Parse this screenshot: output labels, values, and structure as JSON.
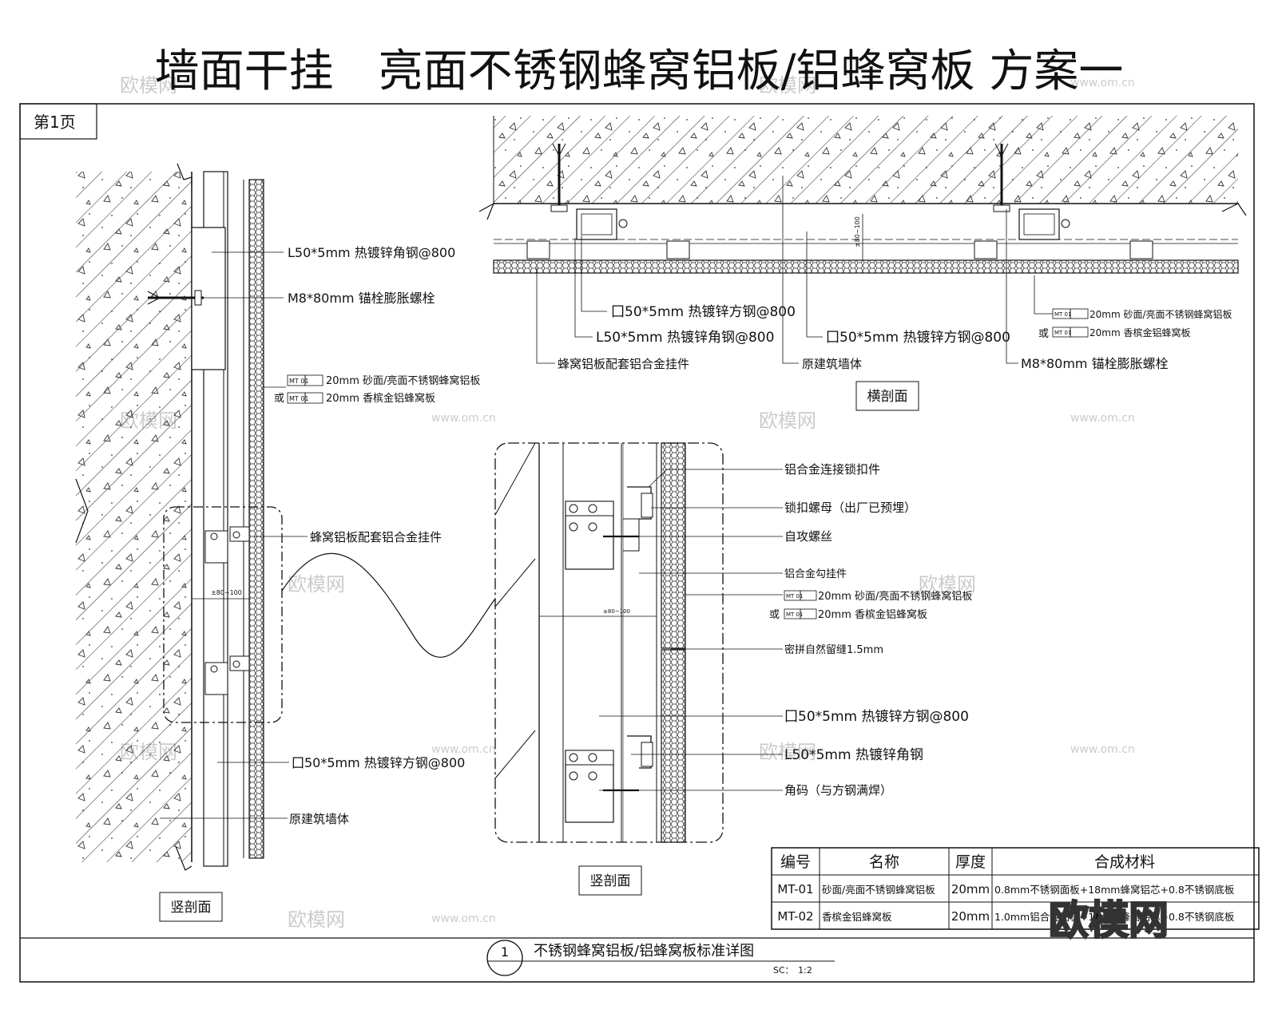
{
  "title": "墙面干挂　亮面不锈钢蜂窝铝板/铝蜂窝板 方案一",
  "page_label": "第1页",
  "watermark": {
    "cn": "欧模网",
    "url": "www.om.cn",
    "corner_logo": "欧模网"
  },
  "left_section": {
    "labels": {
      "angle_steel": "L50*5mm 热镀锌角钢@800",
      "anchor_bolt": "M8*80mm 锚栓膨胀螺栓",
      "mt_line1": "20mm 砂面/亮面不锈钢蜂窝铝板",
      "mt_line2": "20mm 香槟金铝蜂窝板",
      "or": "或",
      "mt_tag": "MT 01",
      "hanger": "蜂窝铝板配套铝合金挂件",
      "square_steel": "囗50*5mm 热镀锌方钢@800",
      "wall": "原建筑墙体",
      "dim": "±80~100"
    },
    "caption": "竖剖面"
  },
  "top_section": {
    "labels": {
      "square_steel_1": "囗50*5mm 热镀锌方钢@800",
      "angle_steel": "L50*5mm 热镀锌角钢@800",
      "hanger": "蜂窝铝板配套铝合金挂件",
      "square_steel_2": "囗50*5mm 热镀锌方钢@800",
      "wall": "原建筑墙体",
      "mt_line1": "20mm 砂面/亮面不锈钢蜂窝铝板",
      "mt_line2": "20mm 香槟金铝蜂窝板",
      "or": "或",
      "mt_tag": "MT 01",
      "anchor_bolt": "M8*80mm 锚栓膨胀螺栓",
      "dim": "±80~100"
    },
    "caption": "横剖面"
  },
  "detail_section": {
    "labels": {
      "lock_connector": "铝合金连接锁扣件",
      "lock_nut": "锁扣螺母（出厂已预埋）",
      "self_tap": "自攻螺丝",
      "hook": "铝合金勾挂件",
      "mt_line1": "20mm 砂面/亮面不锈钢蜂窝铝板",
      "mt_line2": "20mm 香槟金铝蜂窝板",
      "or": "或",
      "mt_tag": "MT 01",
      "joint": "密拼自然留缝1.5mm",
      "square_steel": "囗50*5mm 热镀锌方钢@800",
      "angle_steel": "L50*5mm 热镀锌角钢",
      "corner_code": "角码（与方钢满焊）",
      "dim": "±80~100"
    },
    "caption": "竖剖面"
  },
  "material_table": {
    "headers": [
      "编号",
      "名称",
      "厚度",
      "合成材料"
    ],
    "rows": [
      [
        "MT-01",
        "砂面/亮面不锈钢蜂窝铝板",
        "20mm",
        "0.8mm不锈钢面板+18mm蜂窝铝芯+0.8不锈钢底板"
      ],
      [
        "MT-02",
        "香槟金铝蜂窝板",
        "20mm",
        "1.0mm铝合金面板+18mm蜂窝铝芯+0.8不锈钢底板"
      ]
    ]
  },
  "footer": {
    "number": "1",
    "title": "不锈钢蜂窝铝板/铝蜂窝板标准详图",
    "scale": "SC：　1:2"
  }
}
